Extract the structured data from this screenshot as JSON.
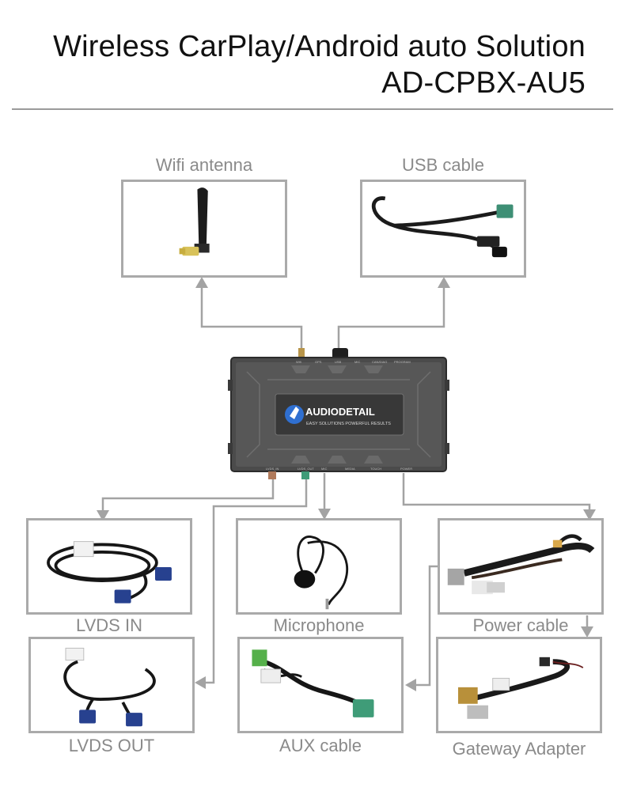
{
  "header": {
    "line1": "Wireless CarPlay/Android auto Solution",
    "line2": "AD-CPBX-AU5"
  },
  "device": {
    "brand": "AUDIODETAIL",
    "tagline": "EASY SOLUTIONS  POWERFUL RESULTS",
    "top_ports": [
      "Wifi",
      "GPS",
      "USB",
      "MIC",
      "CAN/DIAG",
      "PROGRAM"
    ],
    "bottom_ports": [
      "LVDS_IN",
      "LVDS_OUT",
      "MIC",
      "MEDIA",
      "TOUCH",
      "POWER"
    ]
  },
  "components": {
    "wifi": {
      "label": "Wifi antenna"
    },
    "usb": {
      "label": "USB cable"
    },
    "lvds_in": {
      "label": "LVDS IN"
    },
    "microphone": {
      "label": "Microphone"
    },
    "power": {
      "label": "Power cable"
    },
    "lvds_out": {
      "label": "LVDS OUT"
    },
    "aux": {
      "label": "AUX cable"
    },
    "gateway": {
      "label": "Gateway Adapter"
    }
  },
  "colors": {
    "line": "#a3a3a3",
    "box_border": "#aaaaaa",
    "label_text": "#8a8a8a",
    "device_body": "#4a4a4a",
    "fakra_blue": "#27418f",
    "fakra_green": "#3f9c78"
  }
}
